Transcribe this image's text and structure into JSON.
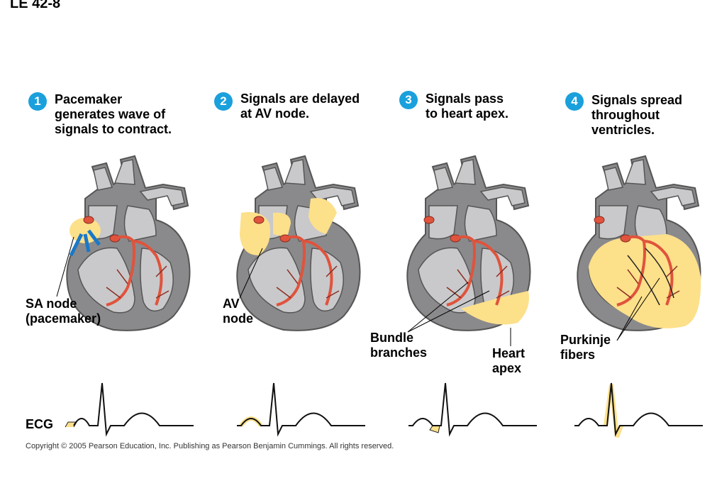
{
  "figure_label": "LE 42-8",
  "steps": [
    {
      "number": "1",
      "text_lines": [
        "Pacemaker",
        "generates wave of",
        "signals to contract."
      ]
    },
    {
      "number": "2",
      "text_lines": [
        "Signals are delayed",
        "at AV node."
      ]
    },
    {
      "number": "3",
      "text_lines": [
        "Signals pass",
        "to heart apex."
      ]
    },
    {
      "number": "4",
      "text_lines": [
        "Signals spread",
        "throughout",
        "ventricles."
      ]
    }
  ],
  "labels": {
    "sa_node": [
      "SA node",
      "(pacemaker)"
    ],
    "av_node": [
      "AV",
      "node"
    ],
    "bundle_branches": [
      "Bundle",
      "branches"
    ],
    "heart_apex": [
      "Heart",
      "apex"
    ],
    "purkinje_fibers": [
      "Purkinje",
      "fibers"
    ]
  },
  "ecg_label": "ECG",
  "copyright": "Copyright © 2005 Pearson Education, Inc. Publishing as Pearson Benjamin Cummings. All rights reserved.",
  "colors": {
    "heart_dark": "#8a8a8c",
    "heart_light": "#c9c9cb",
    "signal_yellow": "#fde08a",
    "conduction_red": "#e0533c",
    "step_blue": "#1aa0dc"
  }
}
